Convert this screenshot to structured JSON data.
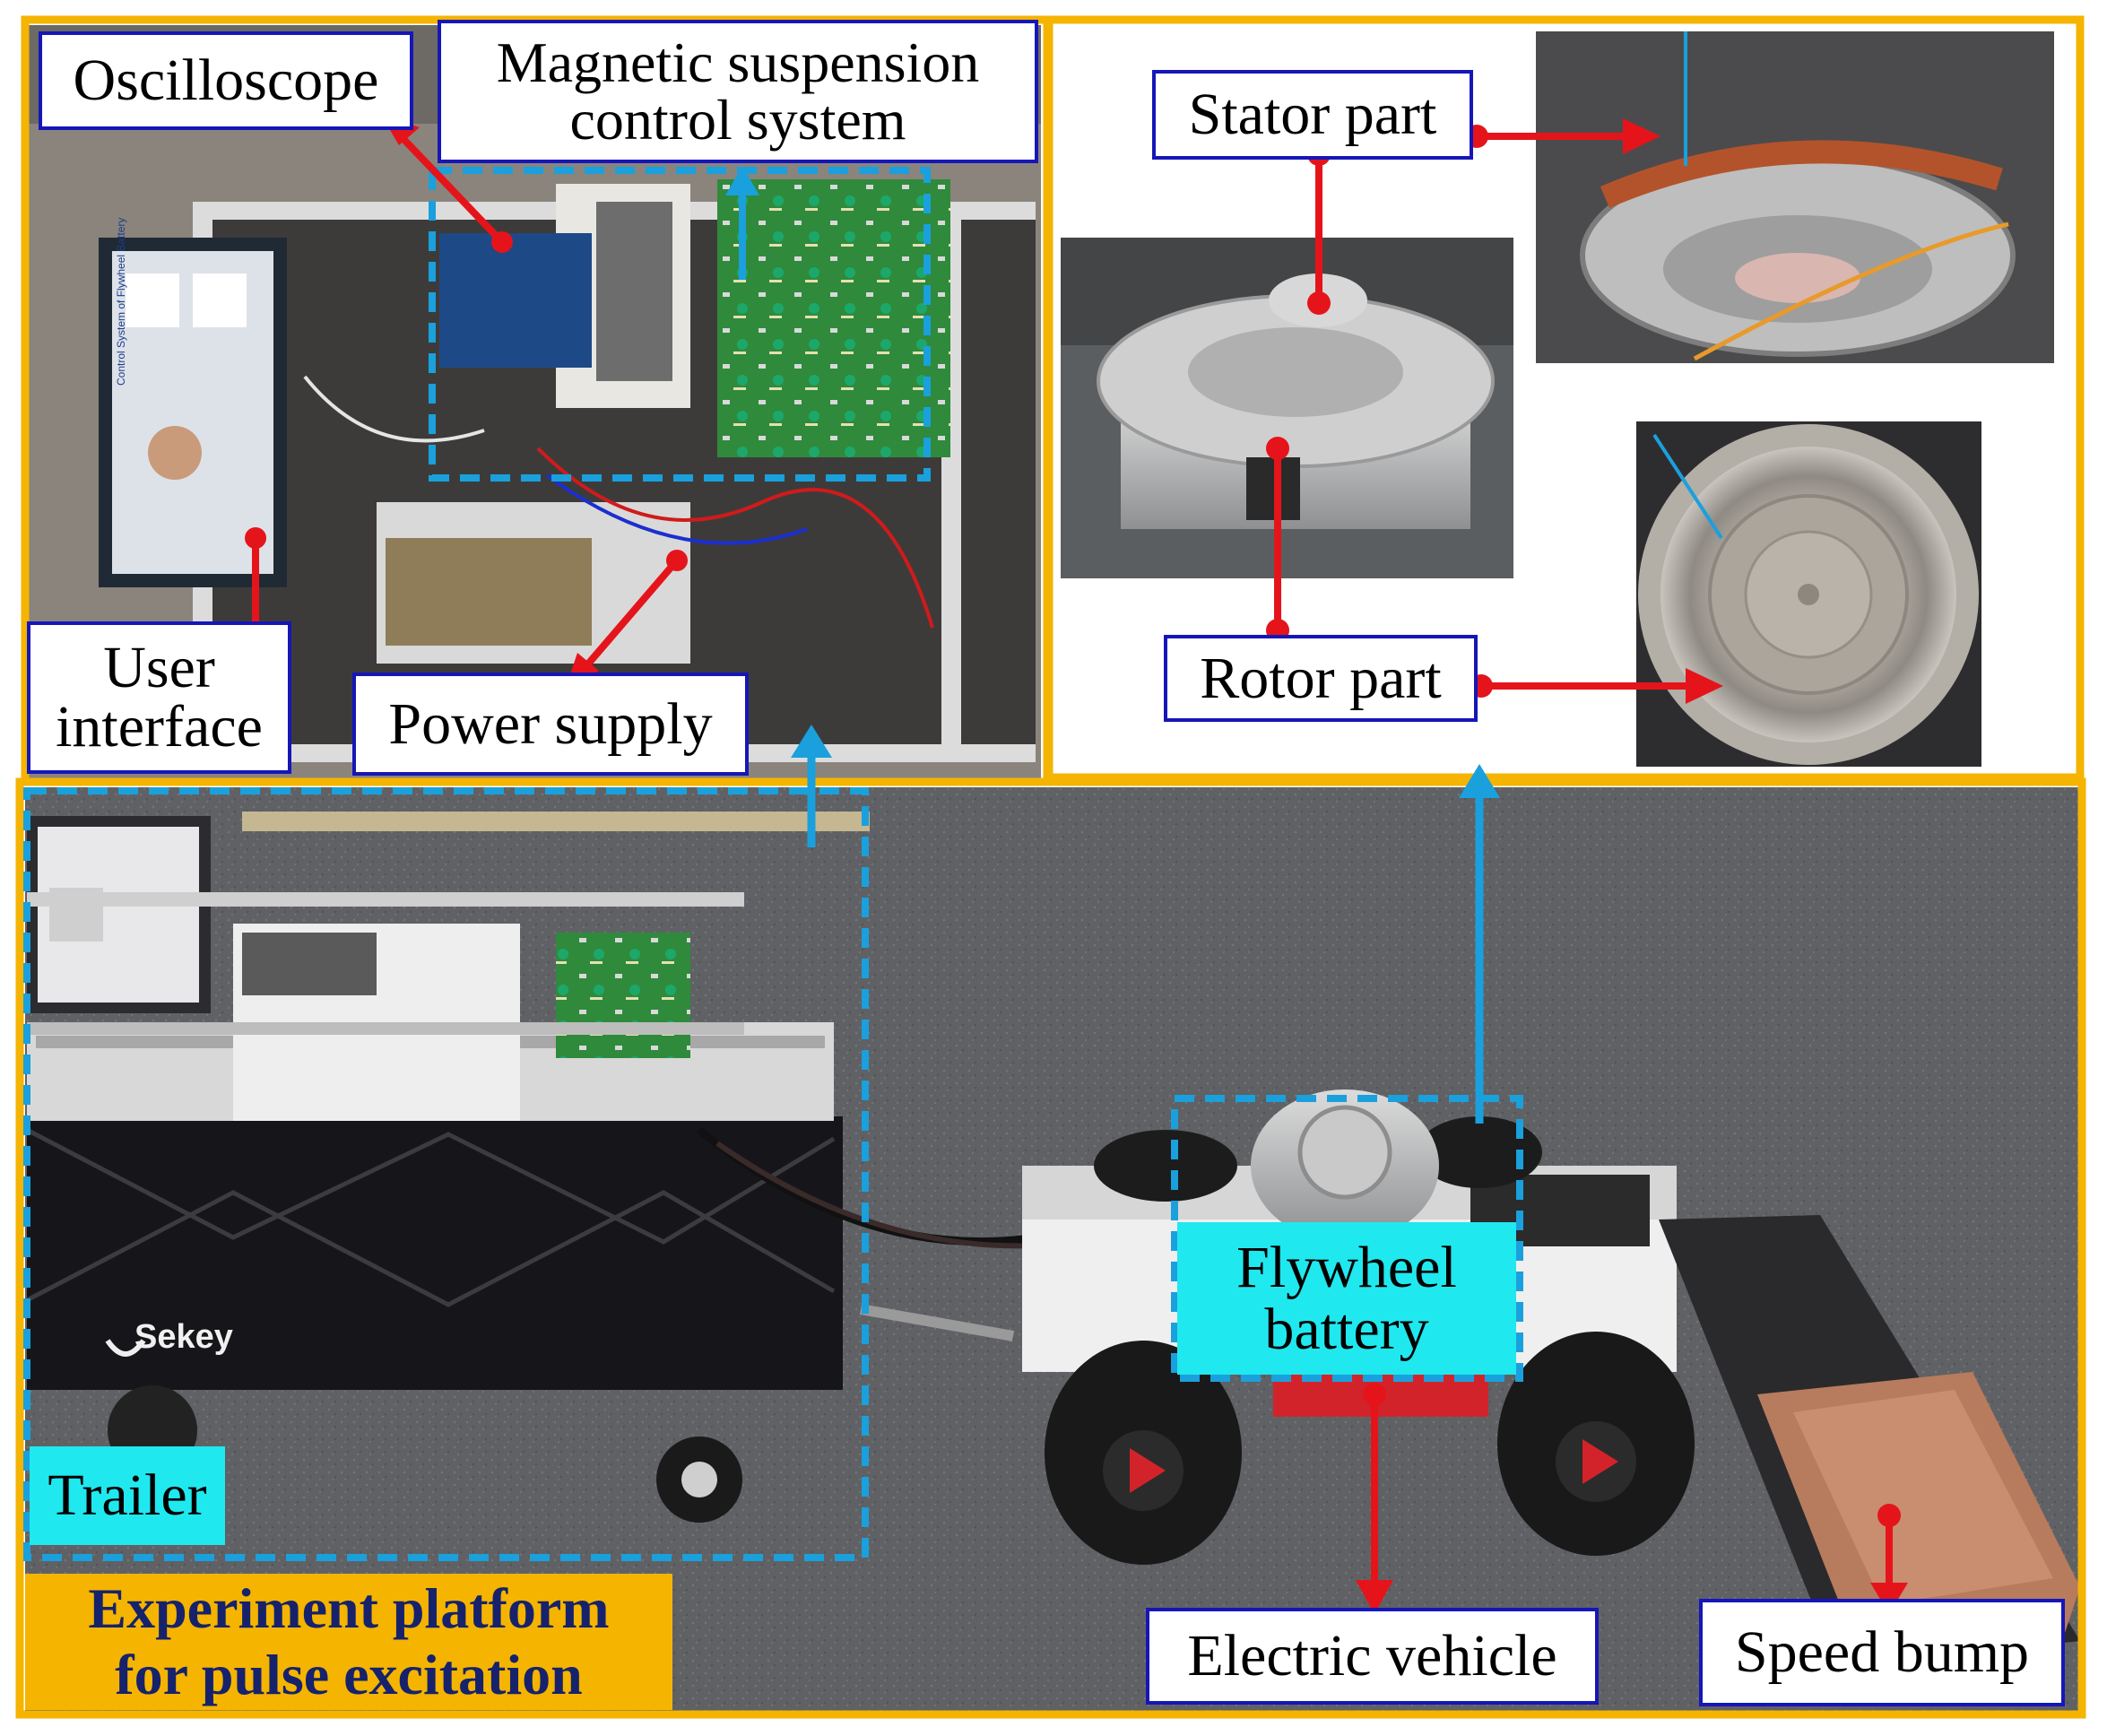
{
  "colors": {
    "frame_orange": "#f4b400",
    "label_border_blue": "#1616b8",
    "red_arrow": "#e5141b",
    "blue_arrow": "#1aa0dc",
    "dashed_cyan": "#1aa0dc",
    "flywheel_label_bg": "#20e8ef",
    "title_text": "#16226b"
  },
  "labels": {
    "oscilloscope": "Oscilloscope",
    "magnetic_line1": "Magnetic suspension",
    "magnetic_line2": "control system",
    "user_line1": "User",
    "user_line2": "interface",
    "power_supply": "Power supply",
    "stator_part": "Stator part",
    "rotor_part": "Rotor part",
    "flywheel_line1": "Flywheel",
    "flywheel_line2": "battery",
    "trailer": "Trailer",
    "electric_vehicle": "Electric vehicle",
    "speed_bump": "Speed bump",
    "title_line1": "Experiment platform",
    "title_line2": "for pulse excitation"
  },
  "photo_details": {
    "trailer_brand": "Sekey",
    "screen_caption": "Control System of Flywheel Battery"
  }
}
